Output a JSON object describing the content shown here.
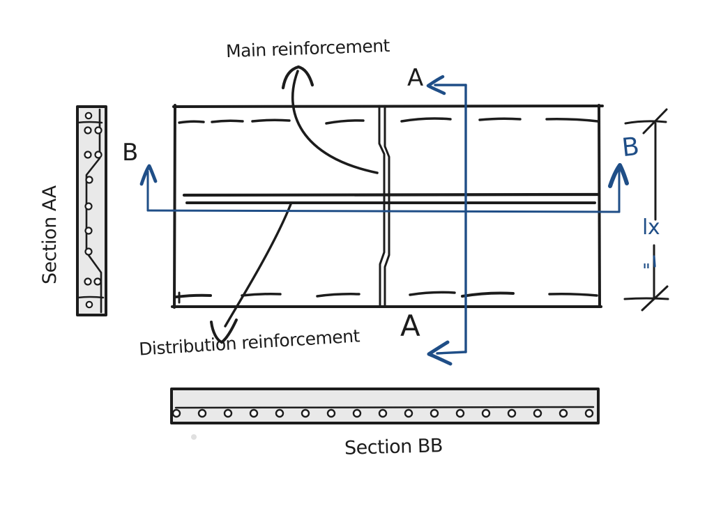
{
  "colors": {
    "ink": "#1c1c1c",
    "blue": "#1f4e87",
    "concrete": "#e9e9e9",
    "background": "#ffffff"
  },
  "labels": {
    "main_reinforcement": "Main reinforcement",
    "distribution_reinforcement": "Distribution reinforcement",
    "section_aa": "Section AA",
    "section_bb": "Section BB"
  },
  "section_marks": {
    "a_top": "A",
    "a_bottom": "A",
    "b_left": "B",
    "b_right": "B"
  },
  "dimension": {
    "span_label": "lx",
    "ditto_mark": "\""
  }
}
